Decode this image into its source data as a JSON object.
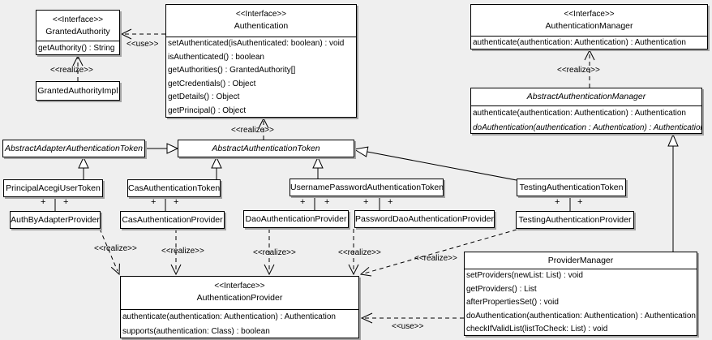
{
  "colors": {
    "background": "#efefef",
    "box_fill": "#ffffff",
    "border": "#000000",
    "shadow": "#a3a3a3",
    "text": "#000000"
  },
  "edge_labels": {
    "use": "<<use>>",
    "realize": "<<realize>>",
    "plus": "+"
  },
  "classes": [
    {
      "stereotype": "<<Interface>>",
      "name": "GrantedAuthority",
      "members": [
        "getAuthority() : String"
      ]
    },
    {
      "name": "GrantedAuthorityImpl",
      "members": []
    },
    {
      "stereotype": "<<Interface>>",
      "name": "Authentication",
      "members": [
        "setAuthenticated(isAuthenticated: boolean) : void",
        "isAuthenticated() : boolean",
        "getAuthorities() : GrantedAuthority[]",
        "getCredentials() : Object",
        "getDetails() : Object",
        "getPrincipal() : Object"
      ]
    },
    {
      "stereotype": "<<Interface>>",
      "name": "AuthenticationManager",
      "members": [
        "authenticate(authentication: Authentication) : Authentication"
      ]
    },
    {
      "name": "AbstractAuthenticationManager",
      "members": [
        "authenticate(authentication: Authentication) : Authentication",
        "doAuthentication(authentication : Authentication) : Authentication"
      ]
    },
    {
      "name": "AbstractAdapterAuthenticationToken",
      "members": []
    },
    {
      "name": "AbstractAuthenticationToken",
      "members": []
    },
    {
      "name": "PrincipalAcegiUserToken",
      "members": []
    },
    {
      "name": "CasAuthenticationToken",
      "members": []
    },
    {
      "name": "UsernamePasswordAuthenticationToken",
      "members": []
    },
    {
      "name": "TestingAuthenticationToken",
      "members": []
    },
    {
      "name": "AuthByAdapterProvider",
      "members": []
    },
    {
      "name": "CasAuthenticationProvider",
      "members": []
    },
    {
      "name": "DaoAuthenticationProvider",
      "members": []
    },
    {
      "name": "PasswordDaoAuthenticationProvider",
      "members": []
    },
    {
      "name": "TestingAuthenticationProvider",
      "members": []
    },
    {
      "stereotype": "<<Interface>>",
      "name": "AuthenticationProvider",
      "members": [
        "authenticate(authentication: Authentication) : Authentication",
        "supports(authentication: Class) : boolean"
      ]
    },
    {
      "name": "ProviderManager",
      "members": [
        "setProviders(newList: List) : void",
        "getProviders() : List",
        "afterPropertiesSet() : void",
        "doAuthentication(authentication: Authentication) : Authentication",
        "checkIfValidList(listToCheck: List) : void"
      ]
    }
  ],
  "relations": [
    {
      "from": "Authentication",
      "to": "GrantedAuthority",
      "type": "use"
    },
    {
      "from": "GrantedAuthorityImpl",
      "to": "GrantedAuthority",
      "type": "realize"
    },
    {
      "from": "AbstractAuthenticationToken",
      "to": "Authentication",
      "type": "realize"
    },
    {
      "from": "AbstractAuthenticationManager",
      "to": "AuthenticationManager",
      "type": "realize"
    },
    {
      "from": "AbstractAdapterAuthenticationToken",
      "to": "AbstractAuthenticationToken",
      "type": "generalization"
    },
    {
      "from": "PrincipalAcegiUserToken",
      "to": "AbstractAdapterAuthenticationToken",
      "type": "generalization"
    },
    {
      "from": "CasAuthenticationToken",
      "to": "AbstractAuthenticationToken",
      "type": "generalization"
    },
    {
      "from": "UsernamePasswordAuthenticationToken",
      "to": "AbstractAuthenticationToken",
      "type": "generalization"
    },
    {
      "from": "TestingAuthenticationToken",
      "to": "AbstractAuthenticationToken",
      "type": "generalization"
    },
    {
      "from": "ProviderManager",
      "to": "AbstractAuthenticationManager",
      "type": "generalization"
    },
    {
      "from": "PrincipalAcegiUserToken",
      "to": "AuthByAdapterProvider",
      "type": "association"
    },
    {
      "from": "CasAuthenticationToken",
      "to": "CasAuthenticationProvider",
      "type": "association"
    },
    {
      "from": "UsernamePasswordAuthenticationToken",
      "to": "DaoAuthenticationProvider",
      "type": "association"
    },
    {
      "from": "UsernamePasswordAuthenticationToken",
      "to": "PasswordDaoAuthenticationProvider",
      "type": "association"
    },
    {
      "from": "TestingAuthenticationToken",
      "to": "TestingAuthenticationProvider",
      "type": "association"
    },
    {
      "from": "AuthByAdapterProvider",
      "to": "AuthenticationProvider",
      "type": "realize"
    },
    {
      "from": "CasAuthenticationProvider",
      "to": "AuthenticationProvider",
      "type": "realize"
    },
    {
      "from": "DaoAuthenticationProvider",
      "to": "AuthenticationProvider",
      "type": "realize"
    },
    {
      "from": "PasswordDaoAuthenticationProvider",
      "to": "AuthenticationProvider",
      "type": "realize"
    },
    {
      "from": "TestingAuthenticationProvider",
      "to": "AuthenticationProvider",
      "type": "realize"
    },
    {
      "from": "ProviderManager",
      "to": "AuthenticationProvider",
      "type": "use"
    }
  ]
}
